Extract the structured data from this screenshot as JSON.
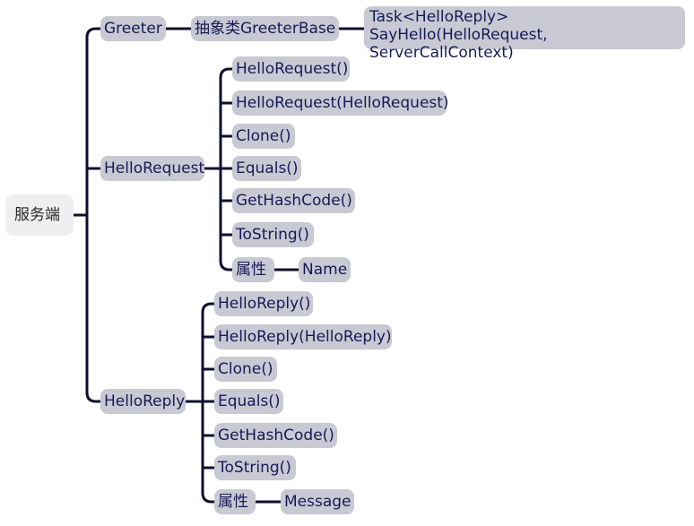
{
  "root": "服务端",
  "greeter": {
    "label": "Greeter",
    "base": "抽象类GreeterBase",
    "method_line1": "Task<HelloReply> SayHello(HelloRequest,",
    "method_line2": "ServerCallContext)"
  },
  "hello_request": {
    "label": "HelloRequest",
    "members": [
      "HelloRequest()",
      "HelloRequest(HelloRequest)",
      "Clone()",
      "Equals()",
      "GetHashCode()",
      "ToString()"
    ],
    "property_label": "属性",
    "property": "Name"
  },
  "hello_reply": {
    "label": "HelloReply",
    "members": [
      "HelloReply()",
      "HelloReply(HelloReply)",
      "Clone()",
      "Equals()",
      "GetHashCode()",
      "ToString()"
    ],
    "property_label": "属性",
    "property": "Message"
  },
  "colors": {
    "node": "#c9c9d3",
    "text": "#161a57",
    "line": "#0f0f2d",
    "root": "#efeff1"
  }
}
